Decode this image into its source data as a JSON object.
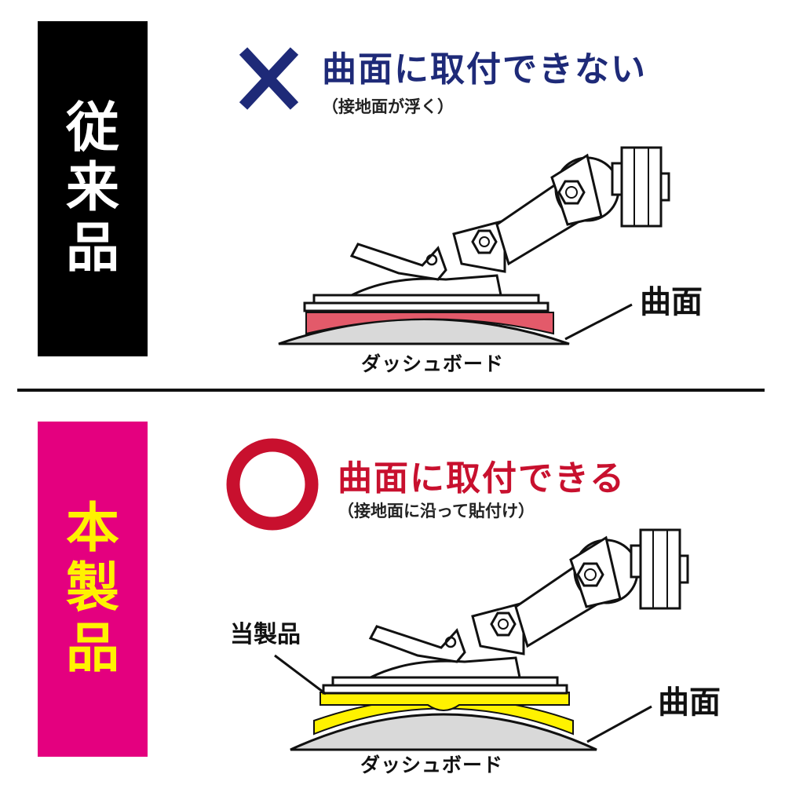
{
  "conventional": {
    "label": [
      "従",
      "来",
      "品"
    ],
    "headline": "曲面に取付できない",
    "subline": "（接地面が浮く）",
    "curve_label": "曲面",
    "dashboard_label": "ダッシュボード",
    "mark_icon": "cross-mark"
  },
  "product": {
    "label": [
      "本",
      "製",
      "品"
    ],
    "headline": "曲面に取付できる",
    "subline": "（接地面に沿って貼付け）",
    "curve_label": "曲面",
    "dashboard_label": "ダッシュボード",
    "product_label": "当製品",
    "mark_icon": "circle-mark"
  },
  "colors": {
    "cross": "#1e2a78",
    "circle": "#c8102e",
    "pad_old": "#e35a6a",
    "pad_new": "#fff200",
    "label_new_bg": "#e4007f",
    "label_new_text": "#fff200",
    "dashboard_fill": "#d9d9d9"
  }
}
